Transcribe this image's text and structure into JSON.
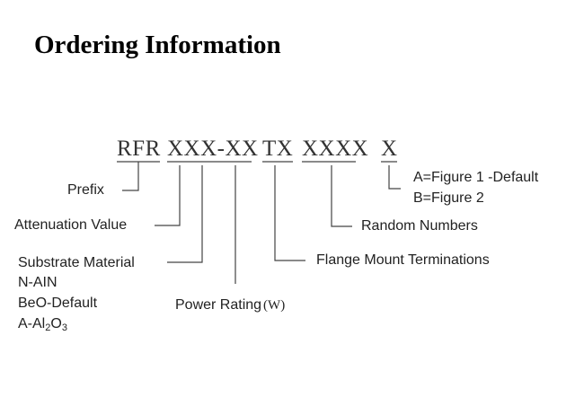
{
  "title": "Ordering Information",
  "code": {
    "prefix": "RFR",
    "attenuation_and_power": "XXX-XX",
    "termination": "TX",
    "random": "XXXX",
    "figure": "X"
  },
  "labels": {
    "prefix": "Prefix",
    "attenuation": "Attenuation Value",
    "substrate_title": "Substrate Material",
    "substrate_n": "N-AIN",
    "substrate_beo": "BeO-Default",
    "substrate_a_pre": "A-Al",
    "substrate_a_sub2": "2",
    "substrate_a_o": "O",
    "substrate_a_sub3": "3",
    "power": "Power Rating",
    "power_unit": "(W)",
    "flange": "Flange Mount Terminations",
    "random": "Random Numbers",
    "figure_a": "A=Figure  1 -Default",
    "figure_b": "B=Figure  2"
  }
}
